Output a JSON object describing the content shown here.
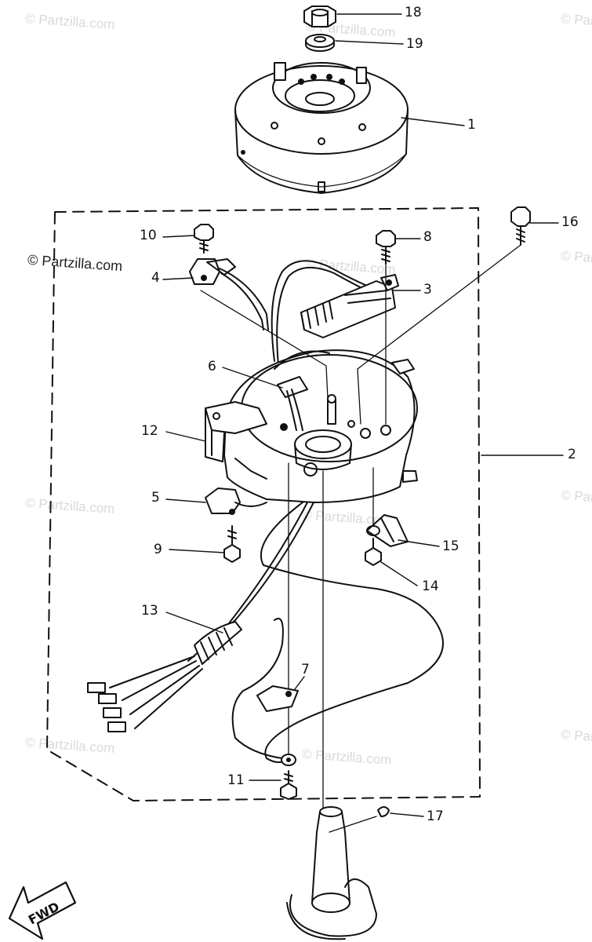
{
  "watermark": {
    "text": "© Partzilla.com",
    "prominent_text": "© Partzilla.com"
  },
  "fwd_label": "FWD",
  "callouts": {
    "c1": "1",
    "c2": "2",
    "c3": "3",
    "c4": "4",
    "c5": "5",
    "c6": "6",
    "c7": "7",
    "c8": "8",
    "c9": "9",
    "c10": "10",
    "c11": "11",
    "c12": "12",
    "c13": "13",
    "c14": "14",
    "c15": "15",
    "c16": "16",
    "c17": "17",
    "c18": "18",
    "c19": "19"
  }
}
